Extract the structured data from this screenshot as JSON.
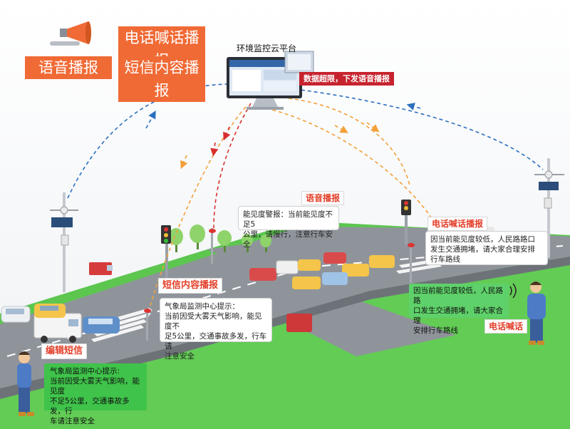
{
  "buttons": {
    "voice_broadcast": "语音播报",
    "phone_broadcast": "电话喊话播报",
    "sms_broadcast": "短信内容播报"
  },
  "platform": {
    "title": "环境监控云平台",
    "alert_banner": "数据超限，下发语音播报"
  },
  "tags": {
    "voice_tag": "语音播报",
    "sms_tag": "短信内容播报",
    "phone_tag": "电话喊话播报",
    "edit_sms": "编辑短信",
    "phone_call": "电话喊话"
  },
  "messages": {
    "voice_line1": "能见度警报：当前能见度不足5",
    "voice_line2": "公里，请慢行，注意行车安全",
    "sms_sign_line1": "气象局监测中心提示：",
    "sms_sign_line2": "当前因受大雾天气影响，能见度不",
    "sms_sign_line3": "足5公里，交通事故多发，行车请",
    "sms_sign_line4": "注意安全",
    "phone_sign_line1": "因当前能见度较低，人民路路口",
    "phone_sign_line2": "发生交通拥堵，请大家合理安排",
    "phone_sign_line3": "行车路线",
    "phone_call_line1": "因当前能见度较低，人民路路",
    "phone_call_line2": "口发生交通拥堵，请大家合理",
    "phone_call_line3": "安排行车路线",
    "sms_phone_line1": "气象局监测中心提示:",
    "sms_phone_line2": "当前因受大雾天气影响，能见度",
    "sms_phone_line3": "不足5公里，交通事故多发，行",
    "sms_phone_line4": "车请注意安全"
  },
  "colors": {
    "orange": "#f06a35",
    "tag_red": "#e3402b",
    "banner_red": "#c6232e",
    "grass": "#5cc64f",
    "road": "#8a8f96",
    "blue_arc": "#2b6fbf",
    "red_arc": "#d8302f",
    "orange_arc": "#f2a03a"
  }
}
